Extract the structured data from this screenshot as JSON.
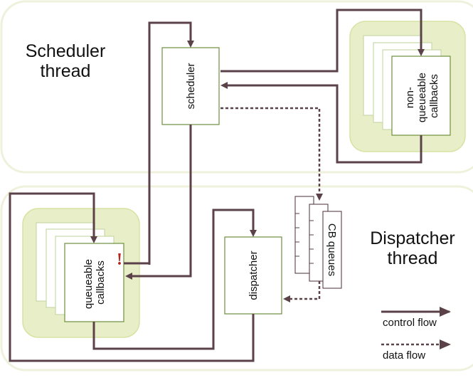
{
  "regions": {
    "scheduler": {
      "line1": "Scheduler",
      "line2": "thread"
    },
    "dispatcher": {
      "line1": "Dispatcher",
      "line2": "thread"
    }
  },
  "nodes": {
    "scheduler": "scheduler",
    "dispatcher": "dispatcher",
    "non_queueable": {
      "line1": "non-",
      "line2": "queueable",
      "line3": "callbacks"
    },
    "queueable": {
      "line1": "queueable",
      "line2": "callbacks"
    },
    "cb_queues": "CB queues"
  },
  "warning_mark": "!",
  "legend": {
    "control_flow": "control flow",
    "data_flow": "data flow"
  },
  "colors": {
    "arrow": "#5a4248",
    "node_border": "#6f8f3e",
    "group_fill": "#e8efc8",
    "warning": "#b3271f"
  }
}
